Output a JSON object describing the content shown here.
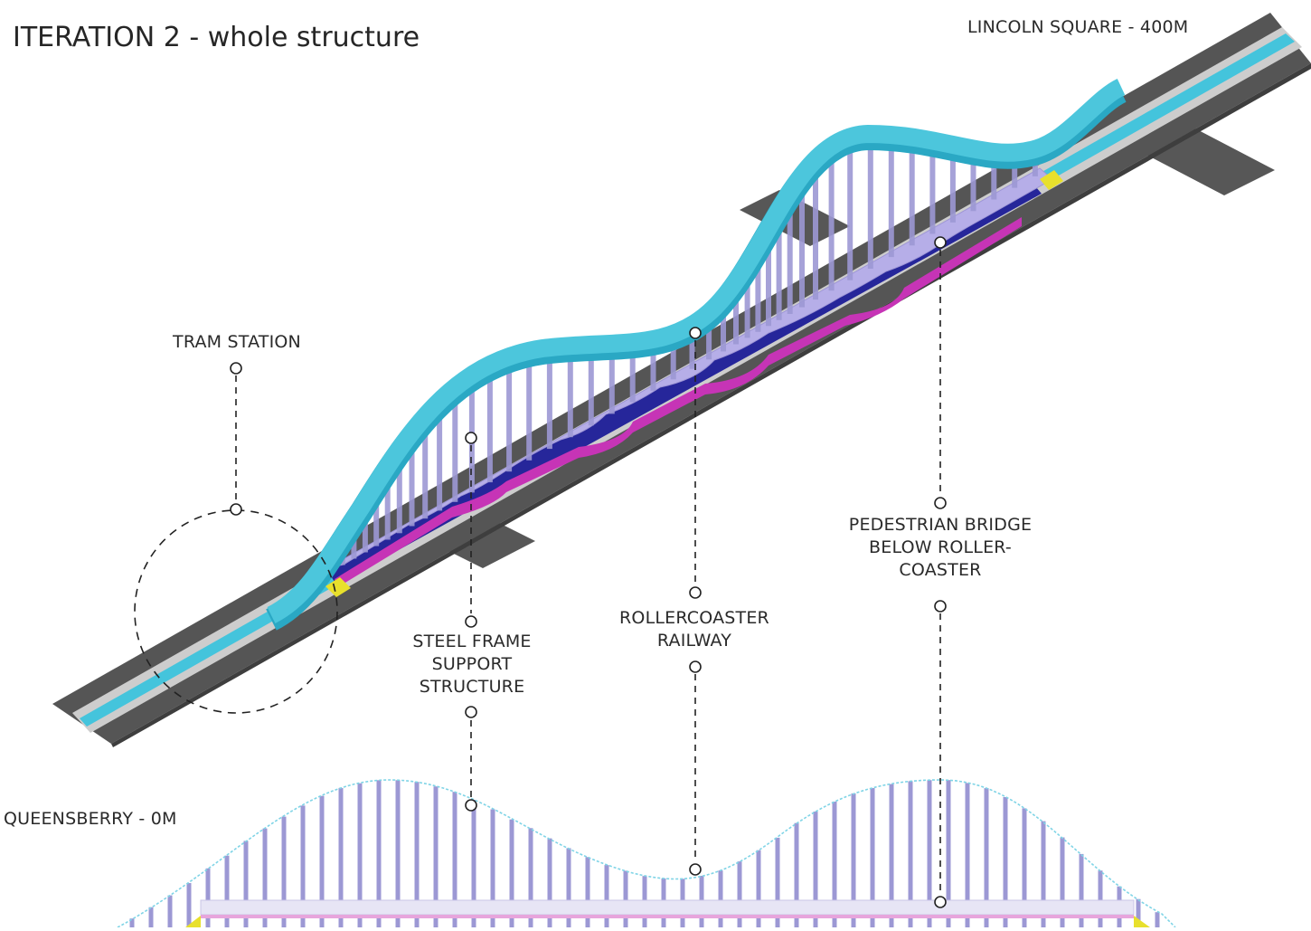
{
  "title": "ITERATION 2 - whole structure",
  "endpoints": {
    "top": "LINCOLN SQUARE - 400M",
    "bottom": "QUEENSBERRY - 0M"
  },
  "labels": {
    "tram_station": "TRAM STATION",
    "steel_frame": "STEEL FRAME\nSUPPORT\nSTRUCTURE",
    "rollercoaster": "ROLLERCOASTER\nRAILWAY",
    "pedestrian_bridge": "PEDESTRIAN BRIDGE\nBELOW ROLLER-\nCOASTER"
  },
  "colors": {
    "road": "#555555",
    "tram_lane": "#cfcfcf",
    "track": "#4cc6dc",
    "deck": "#b4aee6",
    "columns": "#9c98d4",
    "magenta": "#c633b4",
    "navy": "#27279a",
    "marker": "#e8e02c"
  }
}
